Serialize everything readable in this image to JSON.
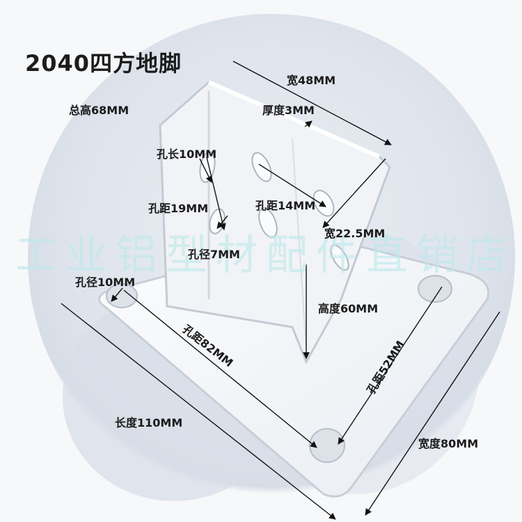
{
  "title": "2040四方地脚",
  "watermark": "工业铝型材配件直销店",
  "dimensions": {
    "width_top": "宽48MM",
    "total_height": "总高68MM",
    "thickness": "厚度3MM",
    "slot_length": "孔长10MM",
    "hole_spacing_19": "孔距19MM",
    "hole_spacing_14": "孔距14MM",
    "width_side": "宽22.5MM",
    "hole_dia_7": "孔径7MM",
    "hole_dia_10": "孔径10MM",
    "height": "高度60MM",
    "hole_spacing_82": "孔距82MM",
    "hole_spacing_52": "孔距52MM",
    "length": "长度110MM",
    "width_base": "宽度80MM"
  },
  "colors": {
    "text": "#1a1a1a",
    "watermark": "#bfe9ec",
    "part": "#f4f6f9",
    "background": "#dfe4ec"
  }
}
